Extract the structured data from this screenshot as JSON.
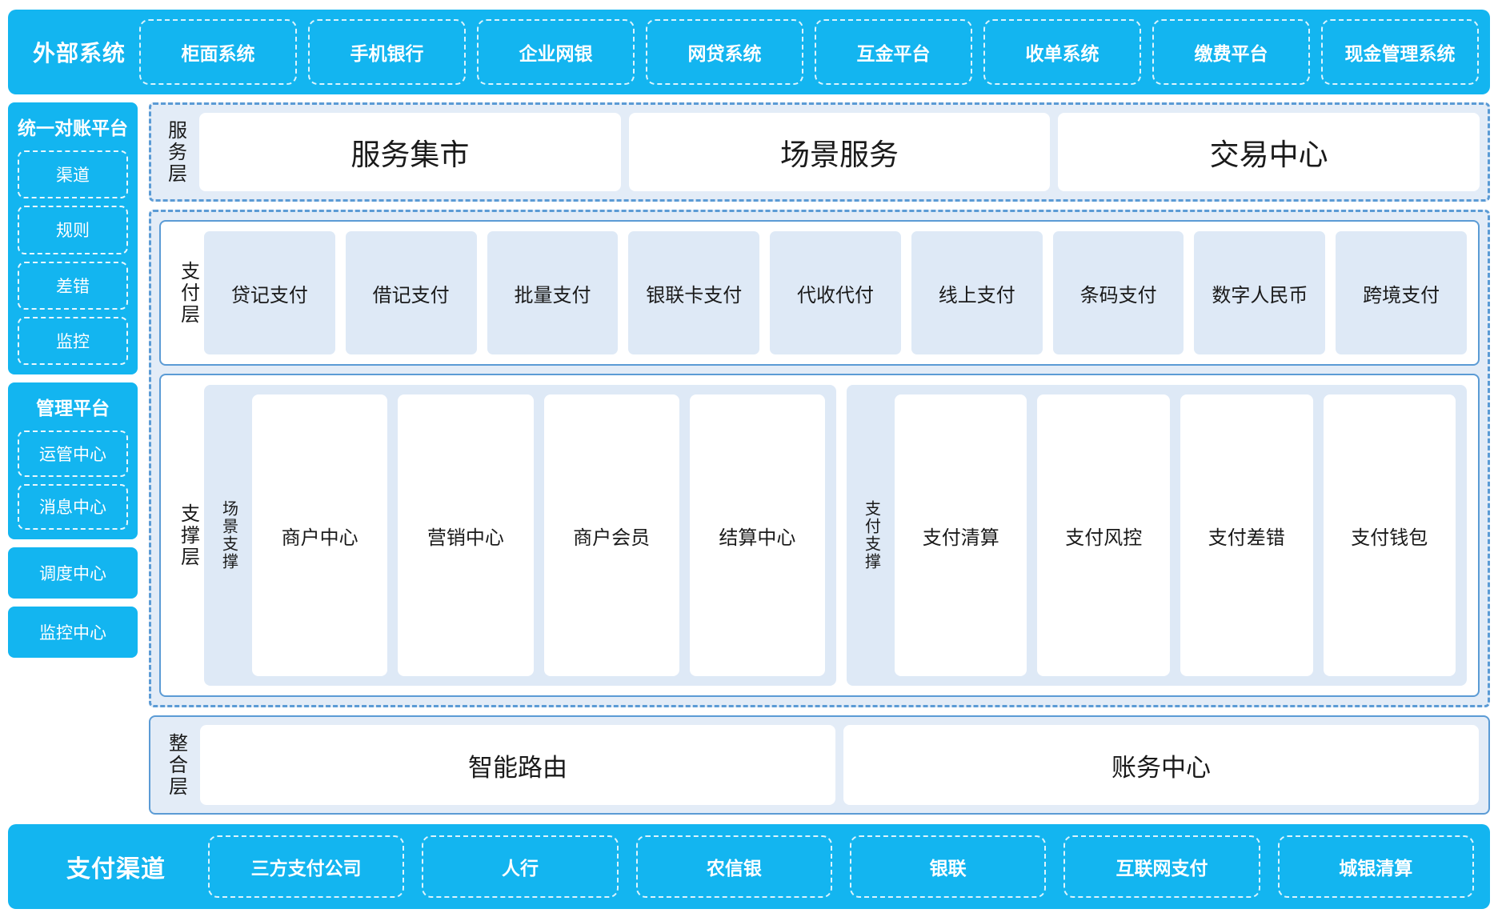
{
  "top_bar": {
    "title": "外部系统",
    "items": [
      "柜面系统",
      "手机银行",
      "企业网银",
      "网贷系统",
      "互金平台",
      "收单系统",
      "缴费平台",
      "现金管理系统"
    ]
  },
  "left_rail": {
    "reconcile": {
      "title": "统一对账平台",
      "items": [
        "渠道",
        "规则",
        "差错",
        "监控"
      ]
    },
    "manage": {
      "title": "管理平台",
      "items": [
        "运管中心",
        "消息中心"
      ]
    },
    "standalone": [
      "调度中心",
      "监控中心"
    ]
  },
  "service_layer": {
    "label": "服务层",
    "cards": [
      "服务集市",
      "场景服务",
      "交易中心"
    ]
  },
  "pay_layer": {
    "label": "支付层",
    "tiles": [
      "贷记支付",
      "借记支付",
      "批量支付",
      "银联卡支付",
      "代收代付",
      "线上支付",
      "条码支付",
      "数字人民币",
      "跨境支付"
    ]
  },
  "support_layer": {
    "label": "支撑层",
    "scene": {
      "label": "场景支撑",
      "tiles": [
        "商户中心",
        "营销中心",
        "商户会员",
        "结算中心"
      ]
    },
    "pay": {
      "label": "支付支撑",
      "tiles": [
        "支付清算",
        "支付风控",
        "支付差错",
        "支付钱包"
      ]
    }
  },
  "integration_layer": {
    "label": "整合层",
    "cards": [
      "智能路由",
      "账务中心"
    ]
  },
  "bottom_bar": {
    "title": "支付渠道",
    "items": [
      "三方支付公司",
      "人行",
      "农信银",
      "银联",
      "互联网支付",
      "城银清算"
    ]
  },
  "colors": {
    "brand_blue": "#13B5F0",
    "dashed_border": "#5B9BD5",
    "panel_bg": "#E3ECF7",
    "tile_bg": "#DEE9F6"
  }
}
